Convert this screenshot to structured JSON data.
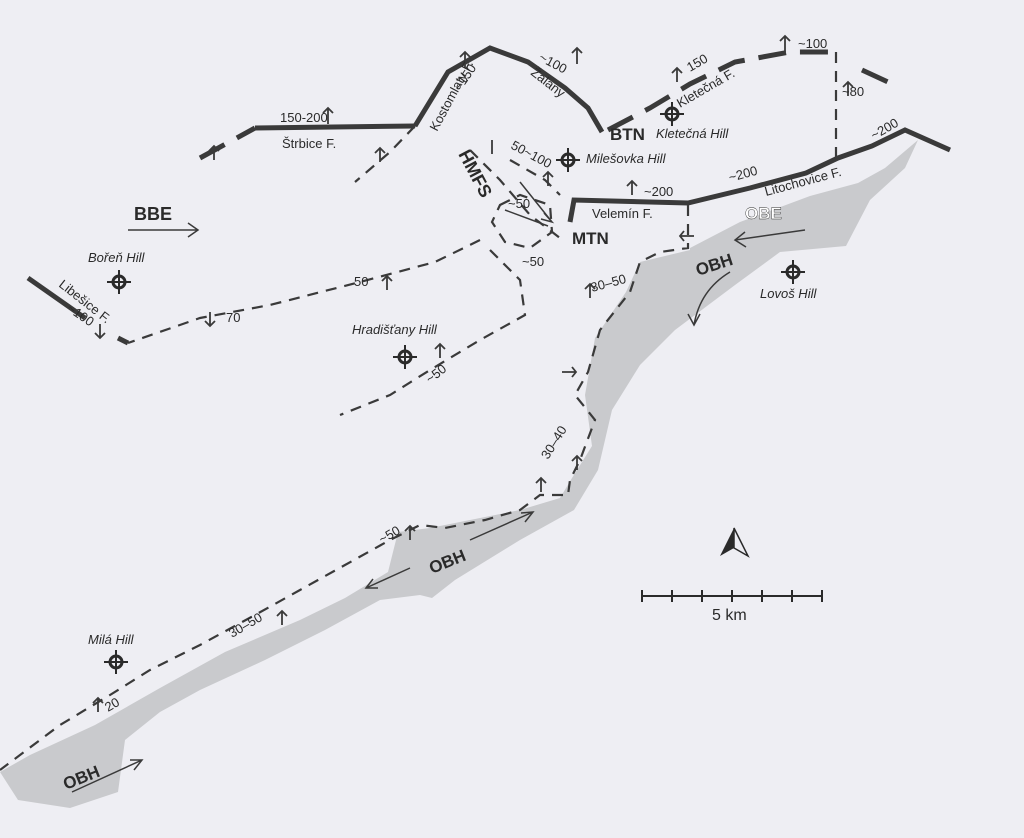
{
  "colors": {
    "background": "#eeeef3",
    "basin_fill": "#c9cacd",
    "lines": "#3a3a3a"
  },
  "units": {
    "bbe": "BBE",
    "obe": "OBE",
    "obh_1": "OBH",
    "obh_2": "OBH",
    "obh_3": "OBH",
    "hmfs": "HMFS",
    "btn": "BTN",
    "mtn": "MTN"
  },
  "hills": {
    "boren": "Bořeň Hill",
    "hradistany": "Hradišťany Hill",
    "milesovka": "Milešovka Hill",
    "kletecna": "Kletečná Hill",
    "lovos": "Lovoš Hill",
    "mila": "Milá Hill"
  },
  "faults": {
    "strbice": "Štrbice F.",
    "kostomlaty": "Kostomlaty F.",
    "zalany": "Žalany",
    "kletecna": "Kletečná F.",
    "velemin": "Velemín F.",
    "litochovice": "Litochovice F.",
    "libesice": "Libešice F."
  },
  "dips": {
    "d_150_200": "150-200",
    "d_150_a": "~150",
    "d_100_a": "~100",
    "d_150_b": "150",
    "d_100_b": "~100",
    "d_80": "~80",
    "d_200_a": "~200",
    "d_200_b": "~200",
    "d_200_c": "~200",
    "d_50_100": "50~100",
    "d_50_a": "~50",
    "d_50_b": "~50",
    "d_30_50_a": "30–50",
    "d_50": "50",
    "d_70": "70",
    "d_50_c": "~50",
    "d_100_c": "~100",
    "d_30_40": "30–40",
    "d_50_d": "~50",
    "d_30_50_b": "30–50",
    "d_20": "20"
  },
  "scale": {
    "label": "5 km"
  }
}
